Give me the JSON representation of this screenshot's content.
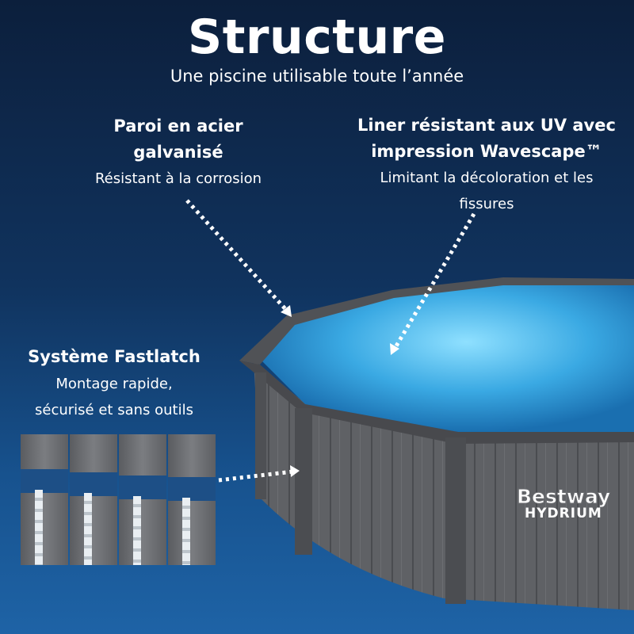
{
  "header": {
    "title": "Structure",
    "subtitle": "Une piscine utilisable toute l’année"
  },
  "features": [
    {
      "title_line1": "Paroi en acier",
      "title_line2": "galvanisé",
      "desc": "Résistant à la corrosion"
    },
    {
      "title_line1": "Liner résistant aux UV avec",
      "title_line2": "impression Wavescape™",
      "desc_line1": "Limitant la décoloration et les",
      "desc_line2": "fissures"
    },
    {
      "title_line1": "Système Fastlatch",
      "desc_line1": "Montage rapide,",
      "desc_line2": "sécurisé et sans outils"
    }
  ],
  "logo": {
    "brand": "Bestway",
    "product": "HYDRIUM"
  },
  "colors": {
    "background_top": "#0c1f3c",
    "background_bottom": "#1e63a6",
    "pool_wall": "#5f6165",
    "water": "#47b4e6"
  }
}
